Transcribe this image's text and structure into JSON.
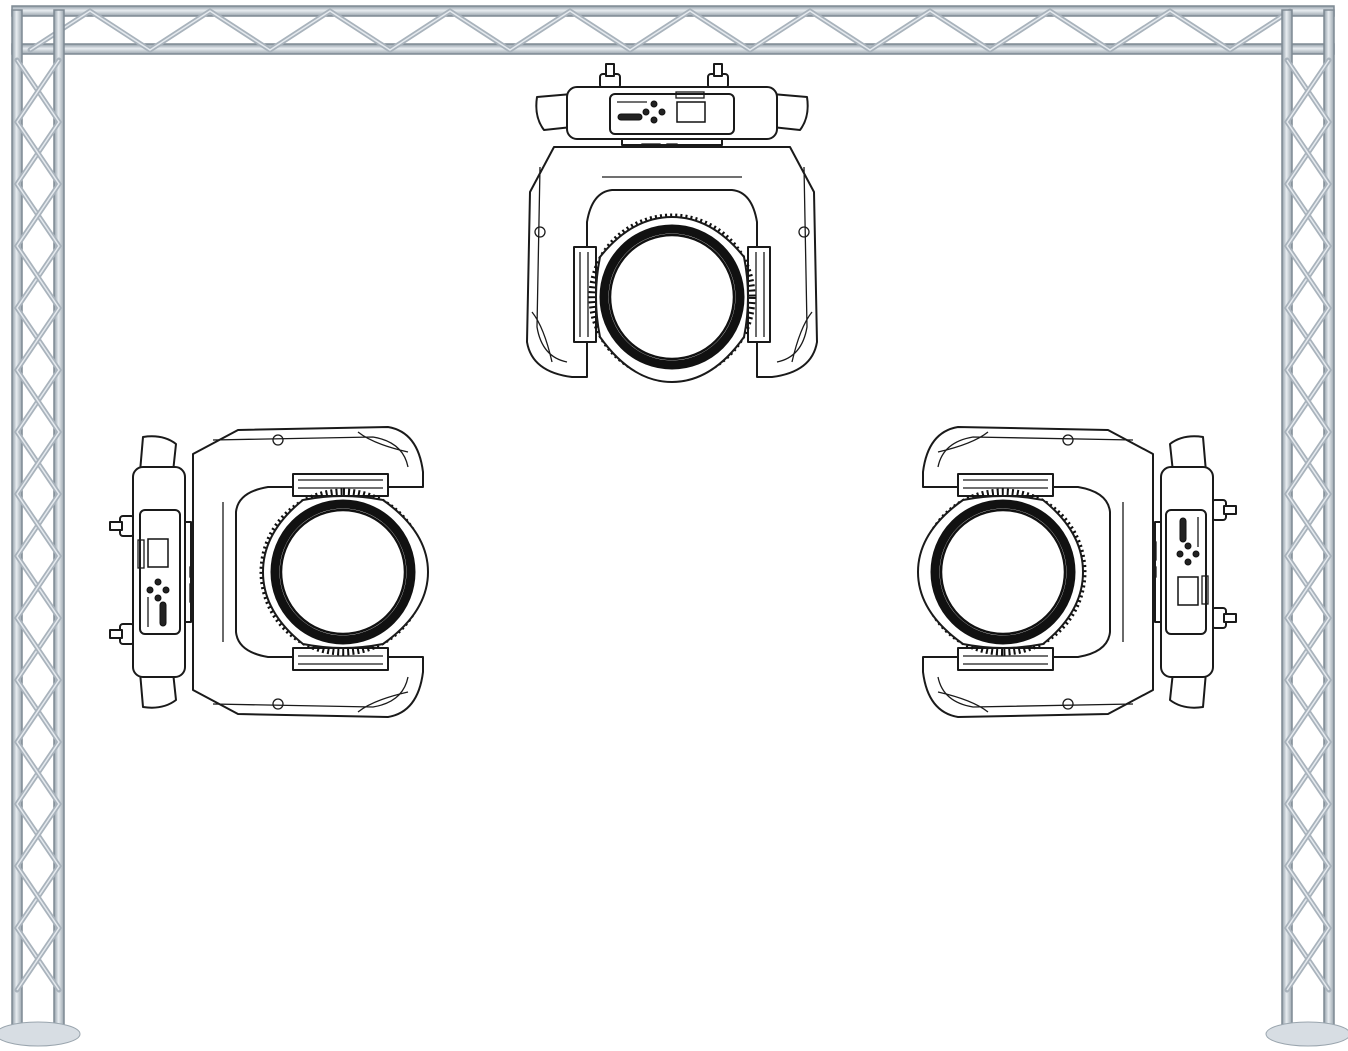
{
  "scene": {
    "truss_color": "#b4bec7",
    "fixture_line_color": "#1a1a1a",
    "background": "#ffffff"
  },
  "fixtures": [
    {
      "id": "hanging",
      "orientation": "down",
      "icon": "moving-head-light-icon"
    },
    {
      "id": "left-wall",
      "orientation": "right",
      "icon": "moving-head-light-icon"
    },
    {
      "id": "right-wall",
      "orientation": "left",
      "icon": "moving-head-light-icon"
    }
  ]
}
